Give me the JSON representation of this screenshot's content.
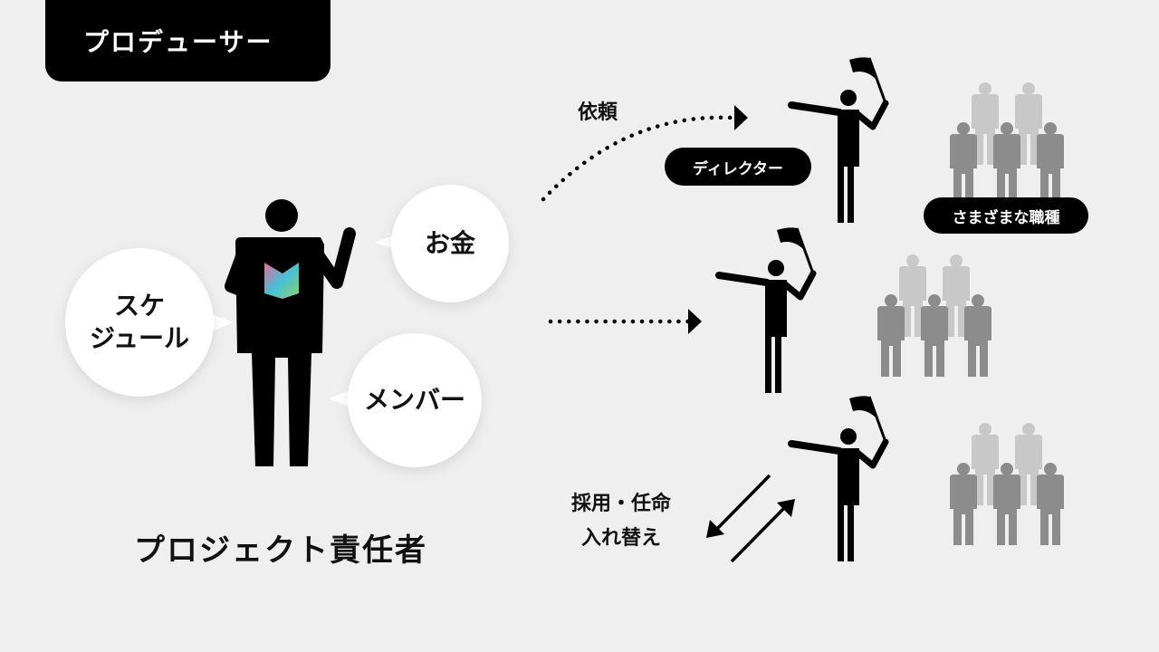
{
  "header": {
    "title": "プロデューサー"
  },
  "producer": {
    "caption": "プロジェクト責任者",
    "bubbles": {
      "money": "お金",
      "schedule_line1": "スケ",
      "schedule_line2": "ジュール",
      "members": "メンバー"
    },
    "book_colors": [
      "#e86a9c",
      "#45c0d8",
      "#8fd06a"
    ]
  },
  "flow": {
    "request_label": "依頼",
    "hire_line1": "採用・任命",
    "hire_line2": "入れ替え"
  },
  "labels": {
    "director": "ディレクター",
    "roles": "さまざまな職種"
  },
  "colors": {
    "accent": "#000000",
    "team_back": "#c8c8c8",
    "team_front": "#8c8c8c",
    "background": "#efefef"
  }
}
